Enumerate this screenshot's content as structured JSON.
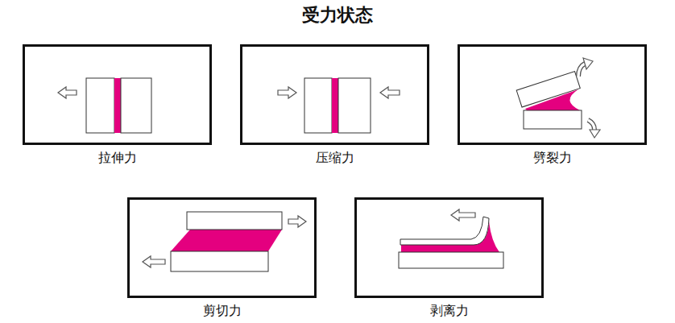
{
  "diagram": {
    "title": "受力状态",
    "nodes": [
      {
        "text": [
          "拉伸力"
        ]
      },
      {
        "text": [
          "压缩力"
        ]
      },
      {
        "text": [
          "劈裂力"
        ]
      },
      {
        "text": [
          "剪切力"
        ]
      },
      {
        "text": [
          "剥离力"
        ]
      }
    ]
  }
}
